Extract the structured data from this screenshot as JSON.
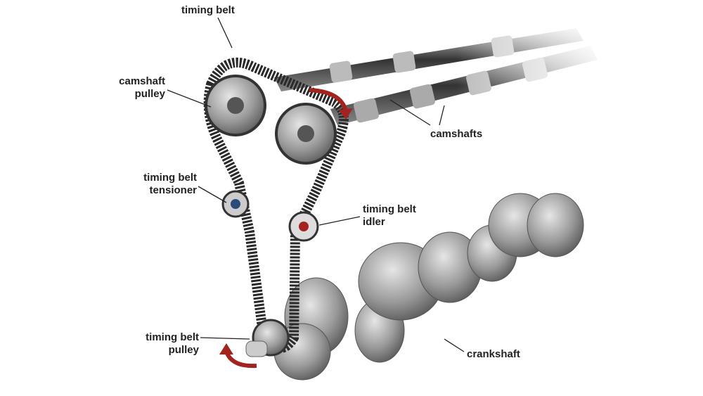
{
  "labels": {
    "timing_belt": "timing belt",
    "camshaft_pulley": [
      "camshaft",
      "pulley"
    ],
    "camshafts": "camshafts",
    "tensioner": [
      "timing belt",
      "tensioner"
    ],
    "idler": [
      "timing belt",
      "idler"
    ],
    "belt_pulley": [
      "timing belt",
      "pulley"
    ],
    "crankshaft": "crankshaft"
  },
  "colors": {
    "belt": "#2a2a2a",
    "metal": "#8e8e8e",
    "arrow": "#a3231f",
    "text": "#222222"
  }
}
